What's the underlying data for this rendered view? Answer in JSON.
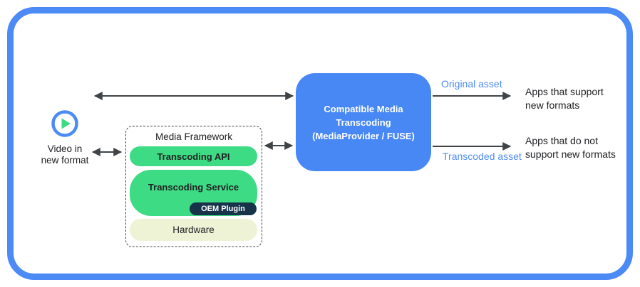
{
  "colors": {
    "frame_blue": "#4c8bf6",
    "transcoder_blue": "#4888f5",
    "pill_green": "#3ddc84",
    "oem_navy": "#173349",
    "hardware_pale": "#eef3d6",
    "asset_label_blue": "#4e8df7",
    "arrow_gray": "#404447",
    "text_dark": "#202124"
  },
  "video_input": {
    "icon": "play-icon",
    "label": "Video in new format"
  },
  "framework": {
    "title": "Media Framework",
    "api_label": "Transcoding API",
    "service_label": "Transcoding Service",
    "oem_label": "OEM Plugin",
    "hardware_label": "Hardware"
  },
  "transcoder": {
    "lines": [
      "Compatible Media",
      "Transcoding",
      "(MediaProvider / FUSE)"
    ]
  },
  "outputs": {
    "original": {
      "arrow_label": "Original asset",
      "target": "Apps that support new formats"
    },
    "transcoded": {
      "arrow_label": "Transcoded asset",
      "target": "Apps that do not support new formats"
    }
  }
}
